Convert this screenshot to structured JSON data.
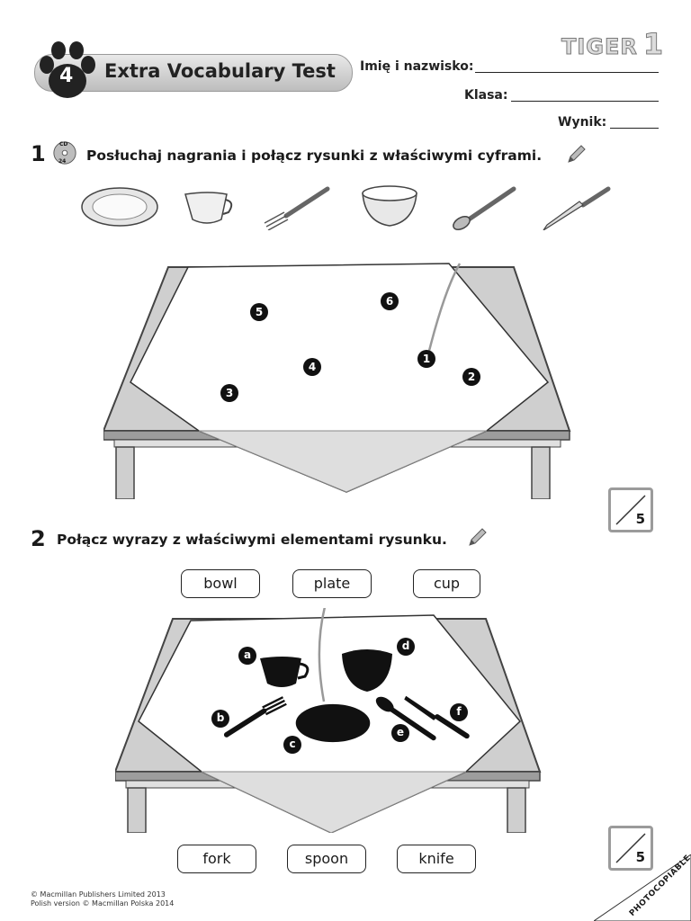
{
  "header": {
    "unit_number": "4",
    "title": "Extra Vocabulary Test"
  },
  "logo": {
    "text": "TIGER",
    "level": "1"
  },
  "form": {
    "name_label": "Imię i nazwisko:",
    "class_label": "Klasa:",
    "score_label": "Wynik:"
  },
  "task1": {
    "number": "1",
    "cd_label": "CD",
    "cd_track": "24",
    "instruction": "Posłuchaj nagrania i połącz rysunki z właściwymi cyframi.",
    "icons": [
      "plate-icon",
      "cup-icon",
      "fork-icon",
      "bowl-icon",
      "spoon-icon",
      "knife-icon"
    ],
    "markers": [
      "1",
      "2",
      "3",
      "4",
      "5",
      "6"
    ],
    "score": "5"
  },
  "task2": {
    "number": "2",
    "instruction": "Połącz wyrazy z właściwymi elementami rysunku.",
    "words_top": [
      "bowl",
      "plate",
      "cup"
    ],
    "words_bottom": [
      "fork",
      "spoon",
      "knife"
    ],
    "letters": [
      "a",
      "b",
      "c",
      "d",
      "e",
      "f"
    ],
    "score": "5"
  },
  "footer": {
    "line1": "© Macmillan Publishers Limited 2013",
    "line2": "Polish version © Macmillan Polska 2014",
    "photocopiable": "PHOTOCOPIABLE"
  }
}
